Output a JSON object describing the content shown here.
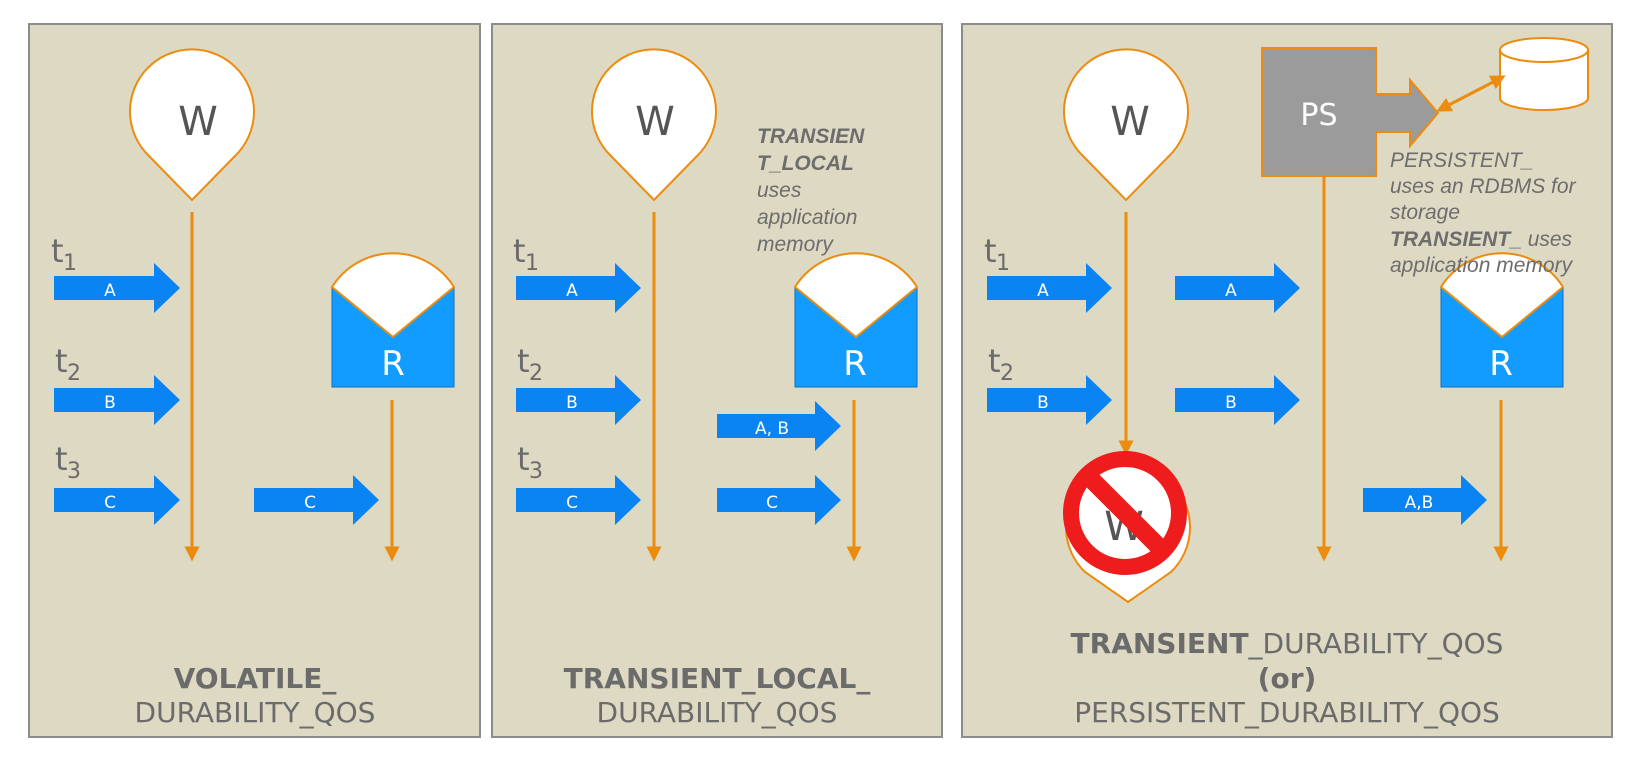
{
  "colors": {
    "panel_bg": "#ddd9c3",
    "panel_border": "#8c8c8c",
    "arrow_blue": "#0b84f3",
    "line_orange": "#ec8c0e",
    "reader_blue": "#129cff",
    "ps_gray": "#9b9b9b",
    "text_gray": "#6b6b6b",
    "prohibited_red": "#ee1c1c"
  },
  "icons": {
    "writer": "map-pin-icon",
    "reader": "envelope-icon",
    "persistence_service": "gray-box-arrow-icon",
    "database": "cylinder-database-icon",
    "prohibited": "no-entry-icon"
  },
  "panels": [
    {
      "writer_label": "W",
      "reader_label": "R",
      "time_labels": [
        "t",
        "t",
        "t"
      ],
      "time_subscripts": [
        "1",
        "2",
        "3"
      ],
      "writer_arrows": [
        "A",
        "B",
        "C"
      ],
      "reader_arrows": [
        "C"
      ],
      "title_bold": "VOLATILE_",
      "title_normal": "DURABILITY_QOS"
    },
    {
      "writer_label": "W",
      "reader_label": "R",
      "time_labels": [
        "t",
        "t",
        "t"
      ],
      "time_subscripts": [
        "1",
        "2",
        "3"
      ],
      "writer_arrows": [
        "A",
        "B",
        "C"
      ],
      "reader_arrows": [
        "A, B",
        "C"
      ],
      "note_bold": [
        "TRANSIEN",
        "T_LOCAL"
      ],
      "note_lines": [
        "uses",
        "application",
        "memory"
      ],
      "title_bold": "TRANSIENT_LOCAL_",
      "title_normal": "DURABILITY_QOS"
    },
    {
      "writer_label": "W",
      "stopped_writer_label": "W",
      "reader_label": "R",
      "ps_label": "PS",
      "time_labels": [
        "t",
        "t"
      ],
      "time_subscripts": [
        "1",
        "2"
      ],
      "writer_arrows": [
        "A",
        "B"
      ],
      "ps_arrows": [
        "A",
        "B"
      ],
      "reader_arrows": [
        "A,B"
      ],
      "note_line1": "PERSISTENT_",
      "note_line2": "uses an RDBMS for",
      "note_line3": "storage",
      "note_line4_bold": "TRANSIENT_",
      "note_line4_rest": " uses",
      "note_line5": "application memory",
      "title_line1_bold": "TRANSIENT",
      "title_line1_normal": "_DURABILITY_QOS",
      "title_line2": "(or)",
      "title_line3": "PERSISTENT_DURABILITY_QOS"
    }
  ]
}
